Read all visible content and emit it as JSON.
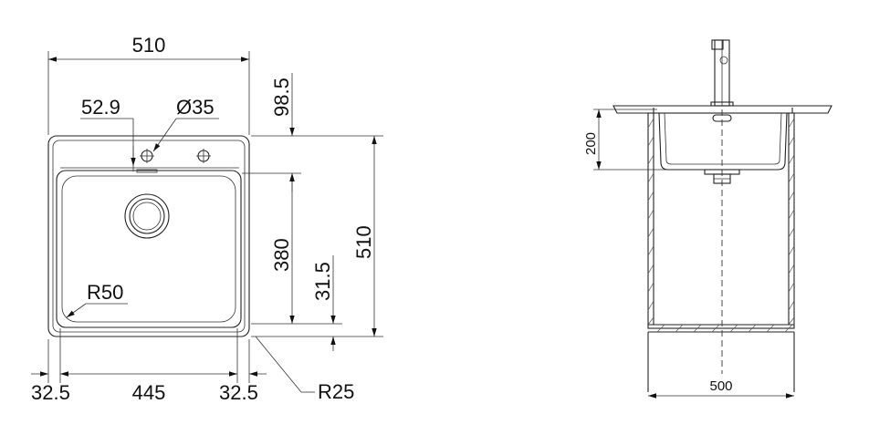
{
  "top_view": {
    "width_top": "510",
    "hole_offset": "52.9",
    "hole_diameter": "Ø35",
    "flange_depth": "98.5",
    "bowl_length": "380",
    "overall_height": "510",
    "bottom_margin": "31.5",
    "inner_radius": "R50",
    "outer_radius": "R25",
    "margin_left": "32.5",
    "bowl_width": "445",
    "margin_right": "32.5"
  },
  "side_view": {
    "bowl_depth": "200",
    "cabinet_width": "500"
  }
}
